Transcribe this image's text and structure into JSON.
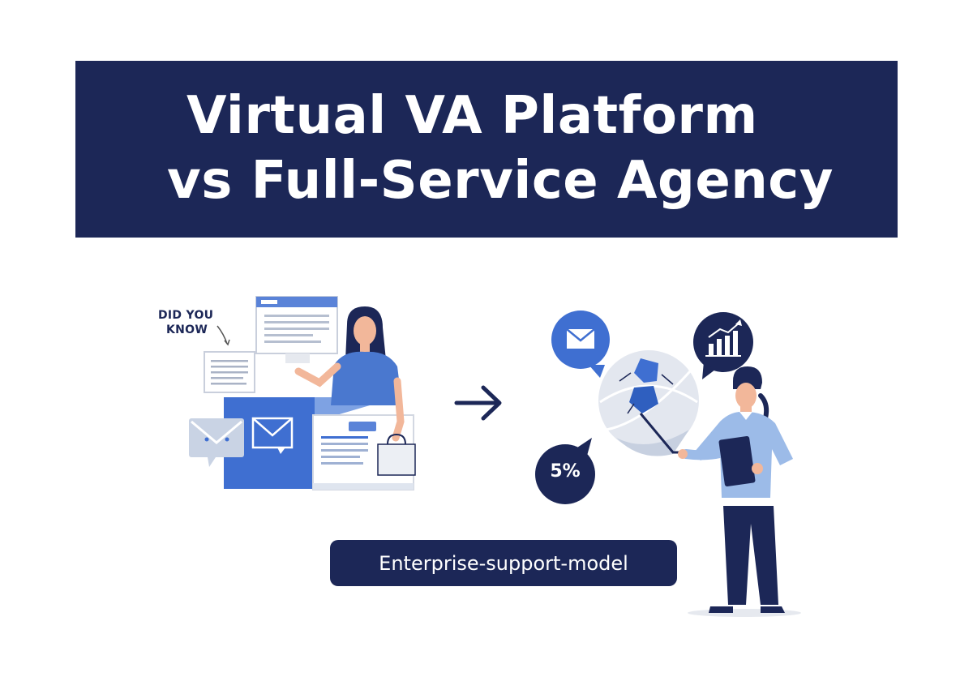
{
  "banner": {
    "title_line1": "Virtual VA Platform",
    "title_line2": "vs Full-Service Agency"
  },
  "left_scene": {
    "callout_line1": "DID YOU",
    "callout_line2": "KNOW"
  },
  "right_scene": {
    "stat_bubble": "5%"
  },
  "caption_pill": "Enterprise-support-model",
  "icons": [
    "browser-window-icon",
    "document-card-icon",
    "envelope-icon",
    "shopping-bag-icon",
    "arrow-right-icon",
    "chat-envelope-icon",
    "bar-chart-icon",
    "globe-icon",
    "tablet-icon"
  ],
  "colors": {
    "navy": "#1c2757",
    "blue": "#3f6fd1",
    "light_blue": "#6b9be0",
    "gray": "#d9dde6"
  }
}
